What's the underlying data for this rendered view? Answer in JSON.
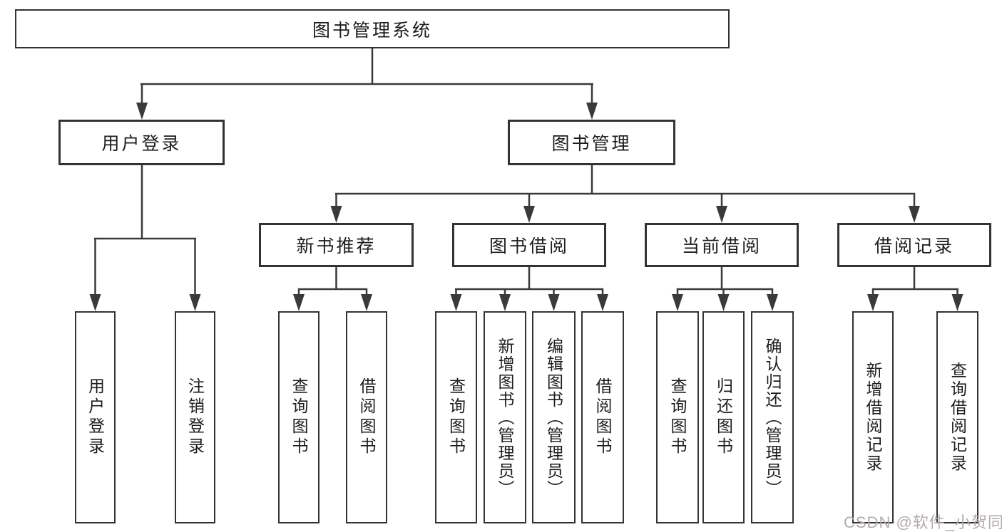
{
  "diagram": {
    "root": {
      "label": "图书管理系统"
    },
    "level2": [
      {
        "label": "用户登录",
        "children": [
          "用户登录",
          "注销登录"
        ]
      },
      {
        "label": "图书管理"
      }
    ],
    "level3": [
      {
        "label": "新书推荐",
        "children": [
          "查询图书",
          "借阅图书"
        ]
      },
      {
        "label": "图书借阅",
        "children": [
          "查询图书",
          "新增图书（管理员）",
          "编辑图书（管理员）",
          "借阅图书"
        ]
      },
      {
        "label": "当前借阅",
        "children": [
          "查询图书",
          "归还图书",
          "确认归还（管理员）"
        ]
      },
      {
        "label": "借阅记录",
        "children": [
          "新增借阅记录",
          "查询借阅记录"
        ]
      }
    ]
  },
  "watermark": {
    "text": "CSDN @软件_小贺同学"
  }
}
